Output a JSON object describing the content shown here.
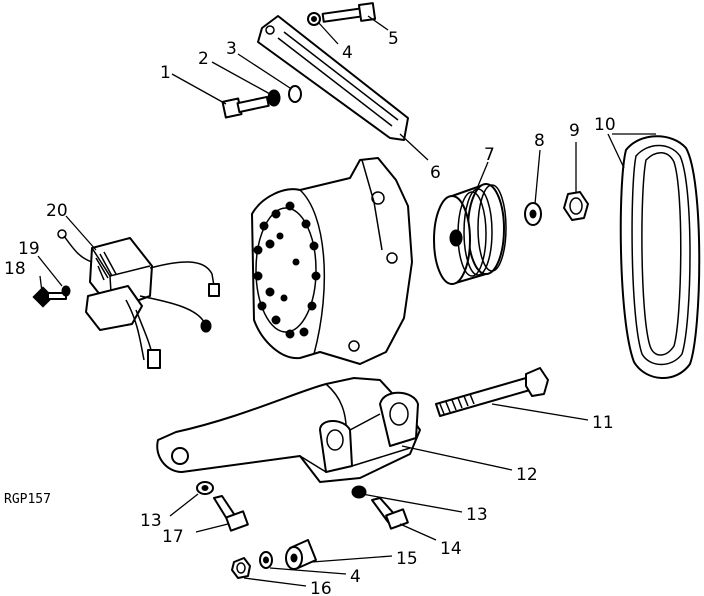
{
  "figure_ref": "RGP157",
  "callouts": {
    "c1": "1",
    "c2": "2",
    "c3": "3",
    "c4a": "4",
    "c4b": "4",
    "c5": "5",
    "c6": "6",
    "c7": "7",
    "c8": "8",
    "c9": "9",
    "c10": "10",
    "c11": "11",
    "c12": "12",
    "c13a": "13",
    "c13b": "13",
    "c14": "14",
    "c15": "15",
    "c16": "16",
    "c17": "17",
    "c18": "18",
    "c19": "19",
    "c20": "20"
  }
}
